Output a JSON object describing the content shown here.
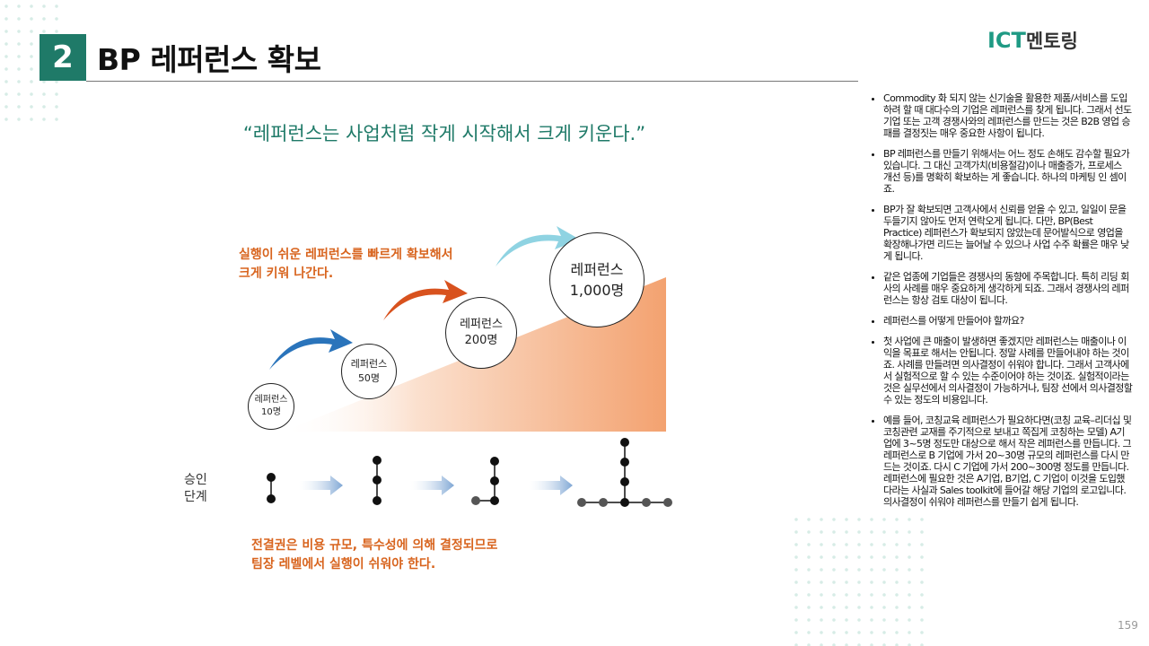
{
  "header": {
    "number": "2",
    "title": "BP 레퍼런스 확보",
    "logo_ict": "ICT",
    "logo_text": "멘토링"
  },
  "quote": "“레퍼런스는 사업처럼 작게 시작해서 크게 키운다.”",
  "diagram": {
    "top_note": [
      "실행이 쉬운 레퍼런스를 빠르게 확보해서",
      "크게 키워 나간다."
    ],
    "bubbles": [
      {
        "label": "레퍼런스",
        "count": "10명"
      },
      {
        "label": "레퍼런스",
        "count": "50명"
      },
      {
        "label": "레퍼런스",
        "count": "200명"
      },
      {
        "label": "레퍼런스",
        "count": "1,000명"
      }
    ],
    "stage_label": [
      "승인",
      "단계"
    ],
    "bottom_note": [
      "전결권은 비용 규모, 특수성에 의해 결정되므로",
      "팀장 레벨에서 실행이 쉬워야 한다."
    ],
    "colors": {
      "arrow_blue": "#2a74bb",
      "arrow_orange": "#d8521e",
      "arrow_cyan": "#8fd3e2",
      "ramp": "#f3a270",
      "accent": "#1f7a68"
    }
  },
  "bullets": [
    "Commodity 화 되지 않는 신기술을 활용한 제품/서비스를 도입하려 할 때 대다수의 기업은 레퍼런스를 찾게 됩니다. 그래서 선도기업 또는 고객 경쟁사와의 레퍼런스를 만드는 것은 B2B 영업 승패를 결정짓는 매우 중요한 사항이 됩니다.",
    "BP 레퍼런스를 만들기 위해서는 어느 정도 손해도 감수할 필요가 있습니다. 그 대신 고객가치(비용절감)이나 매출증가, 프로세스 개선 등)를 명확히 확보하는 게 좋습니다. 하나의 마케팅 인 셈이죠.",
    "BP가 잘 확보되면 고객사에서 신뢰를 얻을 수 있고, 일일이 문을 두들기지 않아도 먼저 연락오게 됩니다. 다만, BP(Best Practice) 레퍼런스가 확보되지 않았는데 문어발식으로 영업을 확장해나가면 리드는 늘어날 수 있으나 사업 수주 확률은 매우 낮게 됩니다.",
    "같은 업종에 기업들은 경쟁사의 동향에 주목합니다. 특히 리딩 회사의 사례를 매우 중요하게 생각하게 되죠. 그래서 경쟁사의 레퍼런스는 항상 검토 대상이 됩니다.",
    "레퍼런스를 어떻게 만들어야 할까요?",
    "첫 사업에 큰 매출이 발생하면 좋겠지만 레퍼런스는 매출이나 이익을 목표로 해서는 안됩니다. 정말 사례를 만들어내야 하는 것이죠. 사례를 만들려면 의사결정이 쉬워야 합니다. 그래서 고객사에서 실험적으로 할 수 있는 수준이어야 하는 것이죠. 실험적이라는 것은 실무선에서 의사결정이 가능하거나, 팀장 선에서 의사결정할 수 있는 정도의 비용입니다.",
    "예를 들어, 코칭교육 레퍼런스가 필요하다면(코칭 교육–리더십 및 코칭관련 교재를 주기적으로 보내고 쪽집게 코칭하는 모델) A기업에 3~5명 정도만 대상으로 해서 작은 레퍼런스를 만듭니다. 그 레퍼런스로 B 기업에 가서 20~30명 규모의 레퍼런스를 다시 만드는 것이죠. 다시 C 기업에 가서 200~300명 정도를 만듭니다. 레퍼런스에 필요한 것은 A기업, B기업, C 기업이 이것을 도입했다라는 사실과 Sales toolkit에 들어갈 해당 기업의 로고입니다. 의사결정이 쉬워야 레퍼런스를 만들기 쉽게 됩니다."
  ],
  "page_number": "159"
}
